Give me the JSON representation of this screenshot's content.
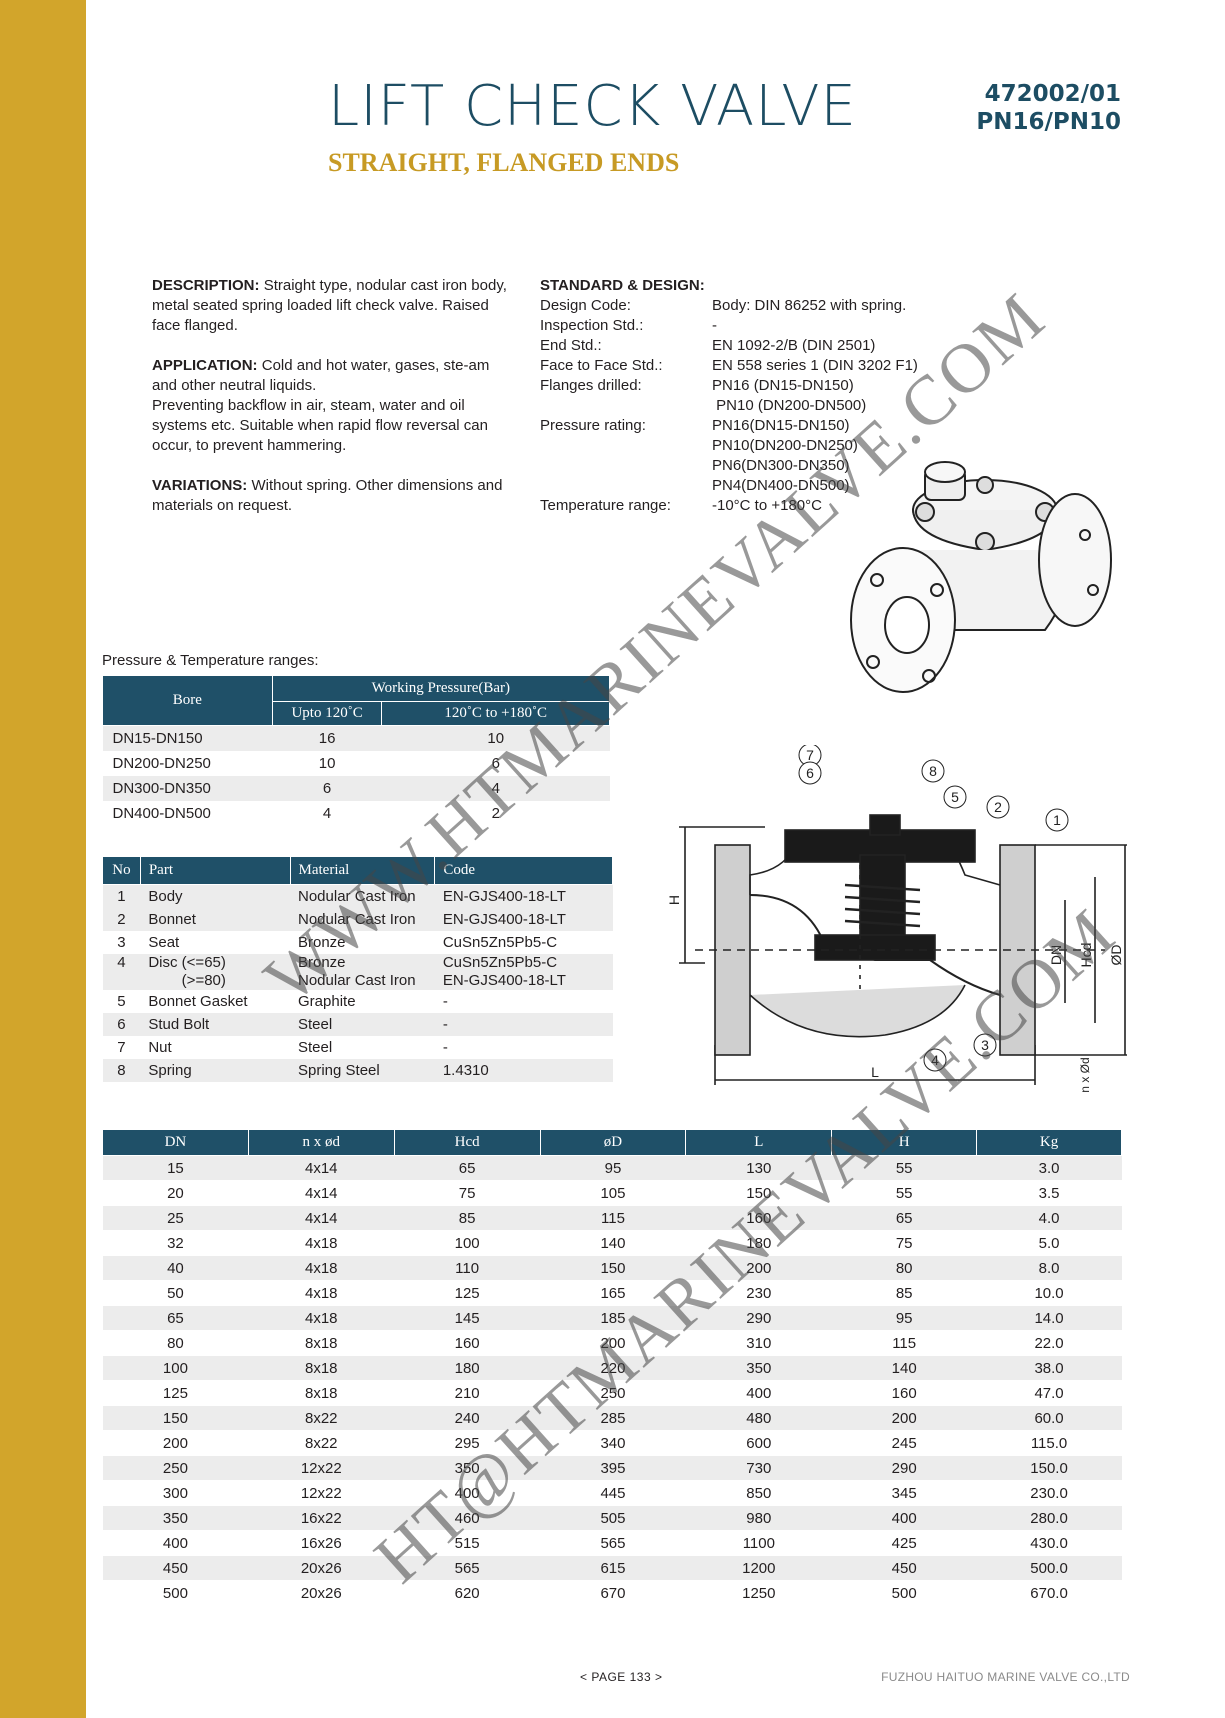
{
  "header": {
    "title": "LIFT CHECK VALVE",
    "subtitle": "STRAIGHT, FLANGED ENDS",
    "code_line1": "472002/01",
    "code_line2": "PN16/PN10"
  },
  "description": {
    "description_label": "DESCRIPTION:",
    "description_text": "Straight type, nodular cast iron body, metal seated spring loaded lift check valve. Raised face flanged.",
    "application_label": "APPLICATION:",
    "application_text": "Cold and hot water, gases, ste-am and other neutral liquids.",
    "application_text2": "Preventing backflow in air, steam, water  and oil systems etc.  Suitable when rapid flow reversal can occur, to prevent hammering.",
    "variations_label": "VARIATIONS:",
    "variations_text": "Without spring. Other dimensions and materials on request."
  },
  "standard": {
    "heading": "STANDARD & DESIGN:",
    "rows": [
      {
        "k": "Design Code:",
        "v": "Body: DIN 86252 with spring."
      },
      {
        "k": "Inspection Std.:",
        "v": "-"
      },
      {
        "k": "End Std.:",
        "v": "EN 1092-2/B (DIN 2501)"
      },
      {
        "k": "Face to Face Std.:",
        "v": "EN 558 series 1 (DIN 3202 F1)"
      },
      {
        "k": "Flanges drilled:",
        "v": "PN16 (DN15-DN150)"
      },
      {
        "k": "",
        "v": " PN10 (DN200-DN500)"
      },
      {
        "k": "Pressure rating:",
        "v": "PN16(DN15-DN150)"
      },
      {
        "k": "",
        "v": "PN10(DN200-DN250)"
      },
      {
        "k": "",
        "v": "PN6(DN300-DN350)"
      },
      {
        "k": "",
        "v": "PN4(DN400-DN500)"
      },
      {
        "k": "Temperature range:",
        "v": "-10°C to +180°C"
      }
    ]
  },
  "pressure_table": {
    "caption": "Pressure & Temperature ranges:",
    "h_bore": "Bore",
    "h_working": "Working Pressure(Bar)",
    "h_upto": "Upto 120˚C",
    "h_range": "120˚C to +180˚C",
    "rows": [
      [
        "DN15-DN150",
        "16",
        "10"
      ],
      [
        "DN200-DN250",
        "10",
        "6"
      ],
      [
        "DN300-DN350",
        "6",
        "4"
      ],
      [
        "DN400-DN500",
        "4",
        "2"
      ]
    ]
  },
  "parts_table": {
    "headers": [
      "No",
      "Part",
      "Material",
      "Code"
    ],
    "rows": [
      [
        "1",
        "Body",
        "Nodular Cast Iron",
        "EN-GJS400-18-LT"
      ],
      [
        "2",
        "Bonnet",
        "Nodular Cast Iron",
        "EN-GJS400-18-LT"
      ],
      [
        "3",
        "Seat",
        "Bronze",
        "CuSn5Zn5Pb5-C"
      ],
      [
        "4",
        "Disc (<=65)",
        "Bronze",
        "CuSn5Zn5Pb5-C"
      ],
      [
        "",
        "        (>=80)",
        "Nodular Cast Iron",
        "EN-GJS400-18-LT"
      ],
      [
        "5",
        "Bonnet Gasket",
        "Graphite",
        "-"
      ],
      [
        "6",
        "Stud Bolt",
        "Steel",
        "-"
      ],
      [
        "7",
        "Nut",
        "Steel",
        "-"
      ],
      [
        "8",
        "Spring",
        "Spring Steel",
        "1.4310"
      ]
    ]
  },
  "dim_table": {
    "headers": [
      "DN",
      "n x ød",
      "Hcd",
      "øD",
      "L",
      "H",
      "Kg"
    ],
    "rows": [
      [
        "15",
        "4x14",
        "65",
        "95",
        "130",
        "55",
        "3.0"
      ],
      [
        "20",
        "4x14",
        "75",
        "105",
        "150",
        "55",
        "3.5"
      ],
      [
        "25",
        "4x14",
        "85",
        "115",
        "160",
        "65",
        "4.0"
      ],
      [
        "32",
        "4x18",
        "100",
        "140",
        "180",
        "75",
        "5.0"
      ],
      [
        "40",
        "4x18",
        "110",
        "150",
        "200",
        "80",
        "8.0"
      ],
      [
        "50",
        "4x18",
        "125",
        "165",
        "230",
        "85",
        "10.0"
      ],
      [
        "65",
        "4x18",
        "145",
        "185",
        "290",
        "95",
        "14.0"
      ],
      [
        "80",
        "8x18",
        "160",
        "200",
        "310",
        "115",
        "22.0"
      ],
      [
        "100",
        "8x18",
        "180",
        "220",
        "350",
        "140",
        "38.0"
      ],
      [
        "125",
        "8x18",
        "210",
        "250",
        "400",
        "160",
        "47.0"
      ],
      [
        "150",
        "8x22",
        "240",
        "285",
        "480",
        "200",
        "60.0"
      ],
      [
        "200",
        "8x22",
        "295",
        "340",
        "600",
        "245",
        "115.0"
      ],
      [
        "250",
        "12x22",
        "350",
        "395",
        "730",
        "290",
        "150.0"
      ],
      [
        "300",
        "12x22",
        "400",
        "445",
        "850",
        "345",
        "230.0"
      ],
      [
        "350",
        "16x22",
        "460",
        "505",
        "980",
        "400",
        "280.0"
      ],
      [
        "400",
        "16x26",
        "515",
        "565",
        "1100",
        "425",
        "430.0"
      ],
      [
        "450",
        "20x26",
        "565",
        "615",
        "1200",
        "450",
        "500.0"
      ],
      [
        "500",
        "20x26",
        "620",
        "670",
        "1250",
        "500",
        "670.0"
      ]
    ]
  },
  "drawing": {
    "callouts": [
      "1",
      "2",
      "3",
      "4",
      "5",
      "6",
      "7",
      "8"
    ],
    "dim_H": "H",
    "dim_DN": "DN",
    "dim_Hcd": "Hcd",
    "dim_OD": "ØD",
    "dim_L": "L",
    "dim_nxod": "n x Ød"
  },
  "watermarks": {
    "wm1": "WWW.HTMARINEVALVE.COM",
    "wm2": "HT@HTMARINEVALVE.COM"
  },
  "footer": {
    "page": "< PAGE 133 >",
    "company": "FUZHOU HAITUO MARINE VALVE CO.,LTD"
  }
}
